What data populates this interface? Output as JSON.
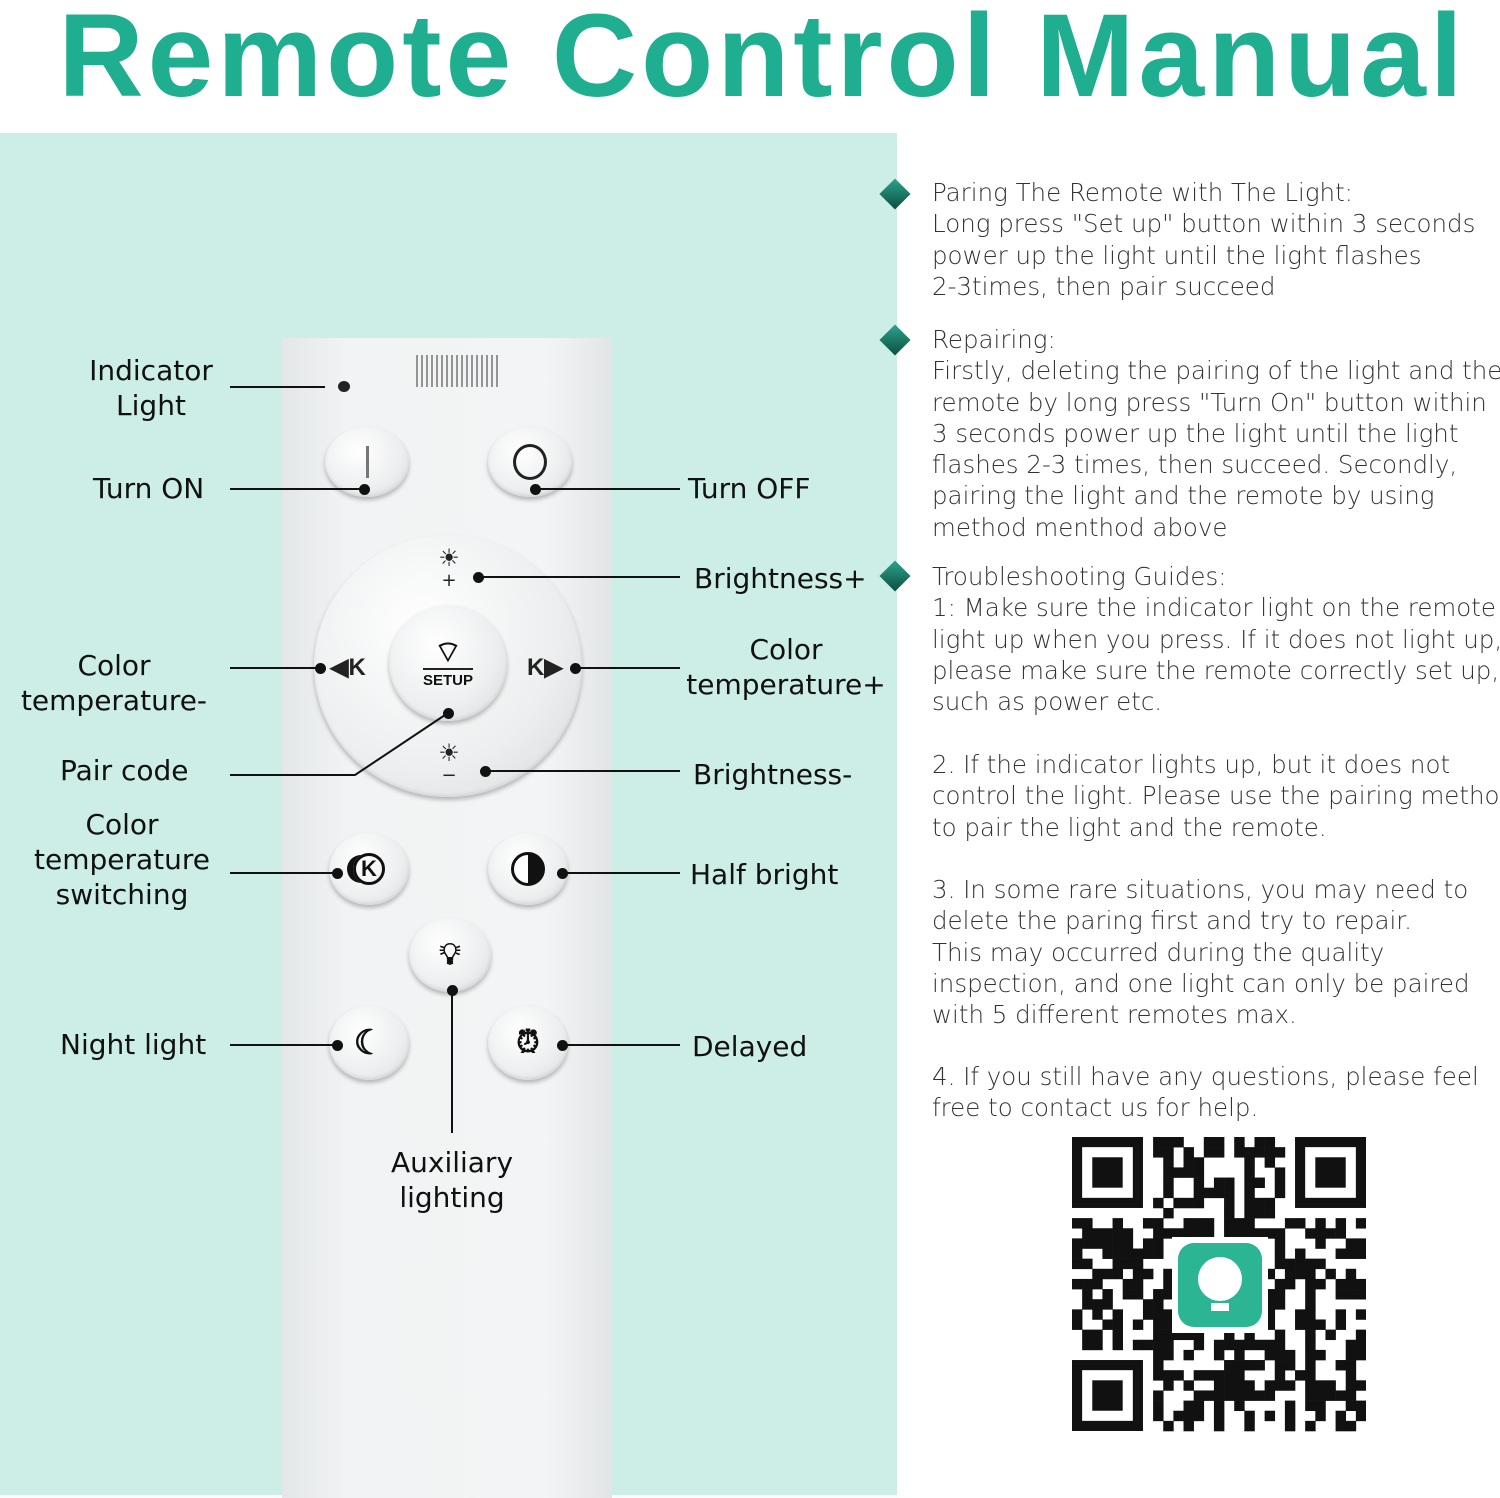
{
  "title": "Remote Control Manual",
  "labels": {
    "indicator": [
      "Indicator",
      "Light"
    ],
    "turn_on": "Turn ON",
    "turn_off": "Turn OFF",
    "brightness_plus": "Brightness+",
    "ct_minus": [
      "Color",
      "temperature-"
    ],
    "ct_plus": [
      "Color",
      "temperature+"
    ],
    "pair_code": "Pair code",
    "brightness_minus": "Brightness-",
    "ct_switch": [
      "Color",
      "temperature",
      "switching"
    ],
    "half_bright": "Half bright",
    "night_light": "Night light",
    "delayed": "Delayed",
    "auxiliary": [
      "Auxiliary",
      "lighting"
    ]
  },
  "remote": {
    "setup_label": "SETUP",
    "ct_minus_glyph": "◀K",
    "ct_plus_glyph": "K▶"
  },
  "sections": [
    {
      "lines": [
        "Paring The Remote with The Light:",
        "Long press \"Set up\" button  within 3 seconds",
        "power up the light until the light flashes",
        "2-3times, then pair succeed"
      ]
    },
    {
      "lines": [
        "Repairing:",
        "Firstly, deleting the pairing of the light and the",
        "remote by long press \"Turn On\" button within",
        "3 seconds power up the light until the light",
        "flashes 2-3 times, then succeed.  Secondly,",
        "pairing the light and the remote by using",
        "method menthod above"
      ]
    },
    {
      "lines": [
        "Troubleshooting Guides:",
        "1:  Make sure the indicator light on the remote",
        "light up when you press. If it does not light up,",
        "please make sure the remote correctly set up,",
        "such as power etc."
      ]
    },
    {
      "lines": [
        "2. If the indicator lights up, but it  does not",
        "control the light. Please use the pairing method",
        "to pair the light and the remote."
      ]
    },
    {
      "lines": [
        "3. In some rare situations, you may need to",
        "delete the paring first and try to repair.",
        "This may occurred during the quality",
        "inspection, and one light can only be paired",
        "with 5 different remotes max."
      ]
    },
    {
      "lines": [
        "4. If you still have any questions, please feel",
        "free to contact us for help."
      ]
    }
  ],
  "colors": {
    "title": "#1fae8f",
    "background_panel": "#cdeee7",
    "qr_badge": "#2bb592"
  }
}
